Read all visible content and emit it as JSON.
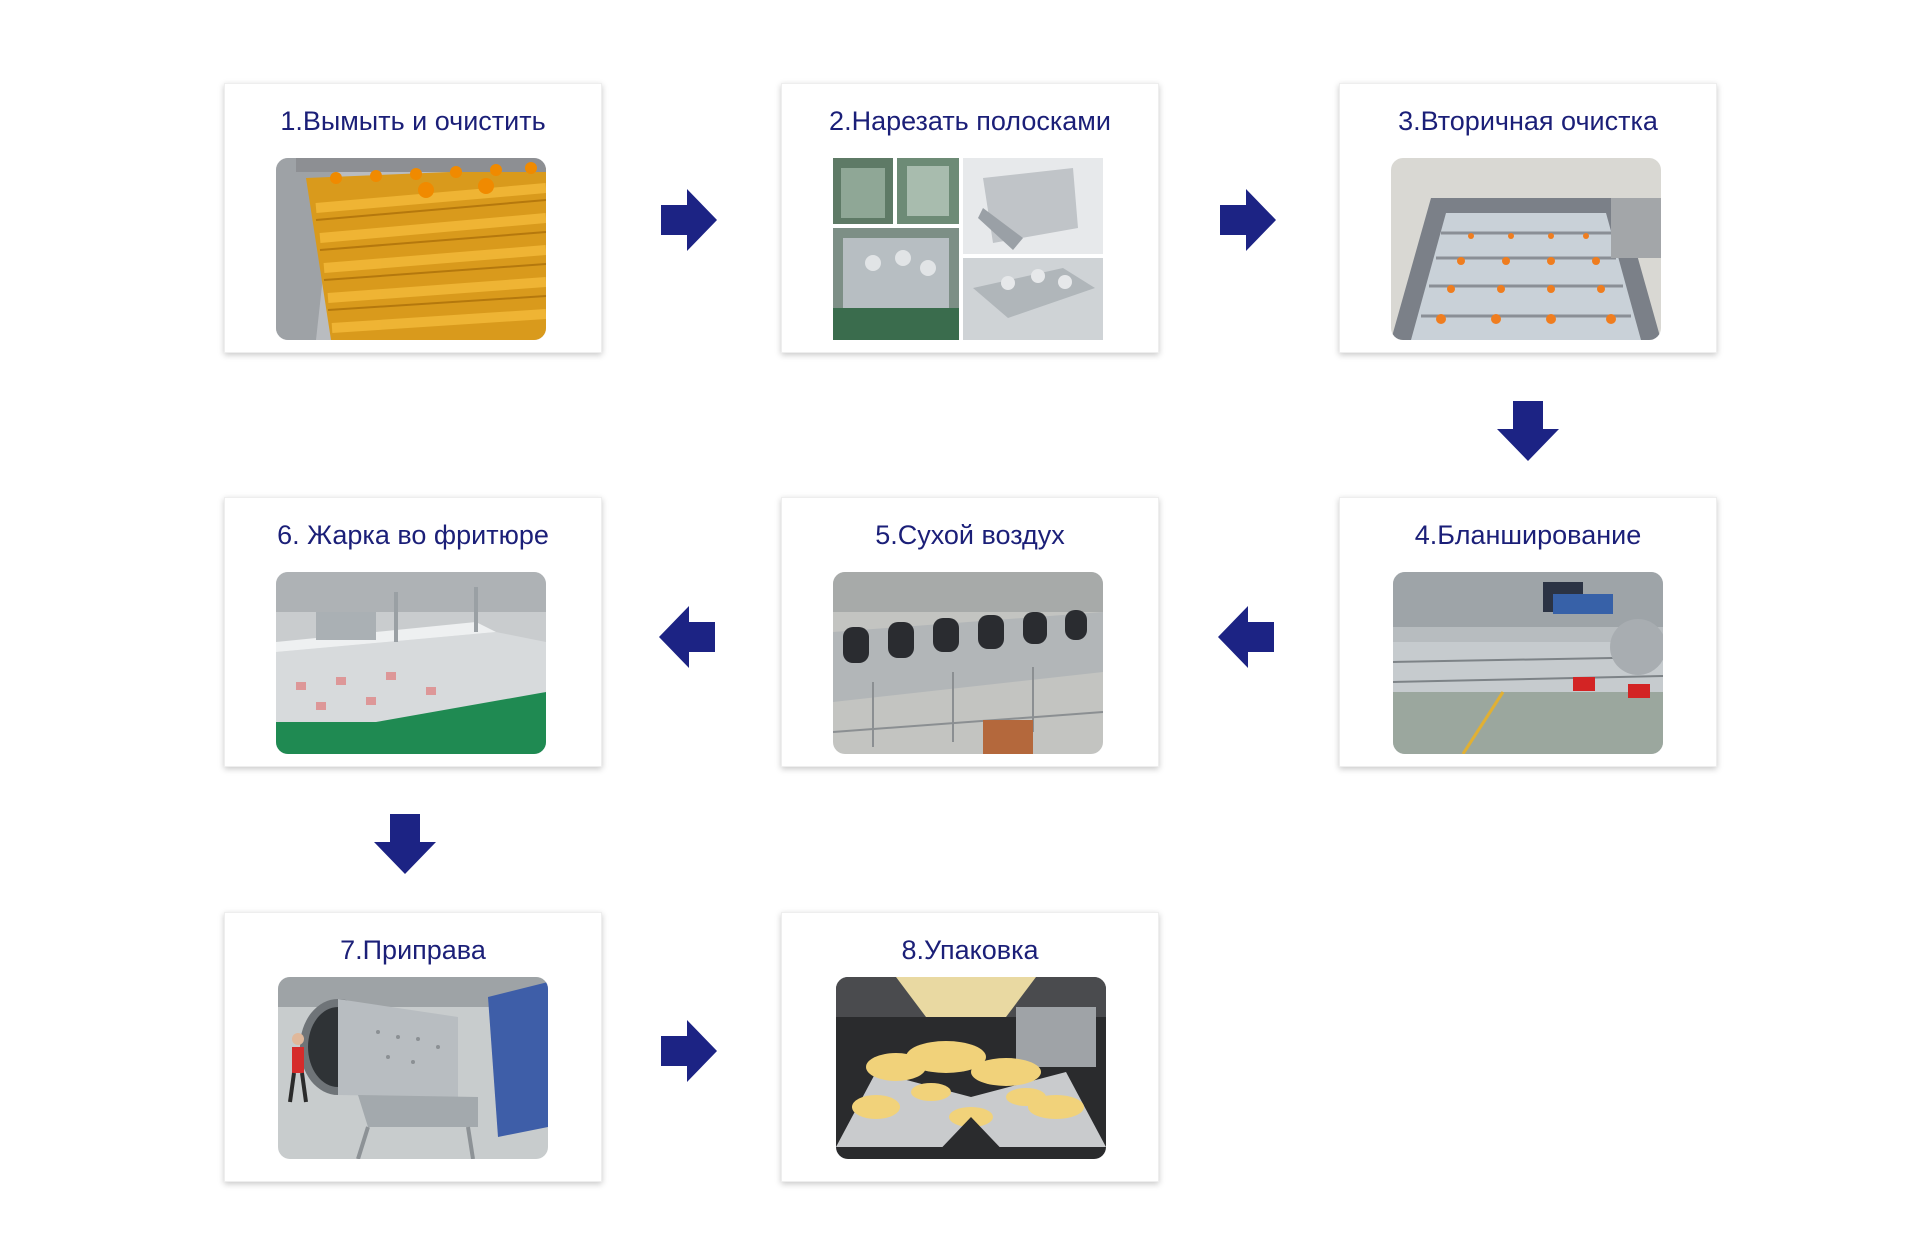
{
  "colors": {
    "accent": "#1b1f78",
    "arrow": "#1c2384"
  },
  "steps": [
    {
      "title": "1.Вымыть и очистить"
    },
    {
      "title": "2.Нарезать полосками"
    },
    {
      "title": "3.Вторичная очистка"
    },
    {
      "title": "4.Бланширование"
    },
    {
      "title": "5.Сухой воздух"
    },
    {
      "title": "6. Жарка во фритюре"
    },
    {
      "title": "7.Приправа"
    },
    {
      "title": "8.Упаковка"
    }
  ],
  "arrows": [
    {
      "name": "arrow-right-icon"
    },
    {
      "name": "arrow-right-icon"
    },
    {
      "name": "arrow-down-icon"
    },
    {
      "name": "arrow-left-icon"
    },
    {
      "name": "arrow-left-icon"
    },
    {
      "name": "arrow-down-icon"
    },
    {
      "name": "arrow-right-icon"
    }
  ]
}
